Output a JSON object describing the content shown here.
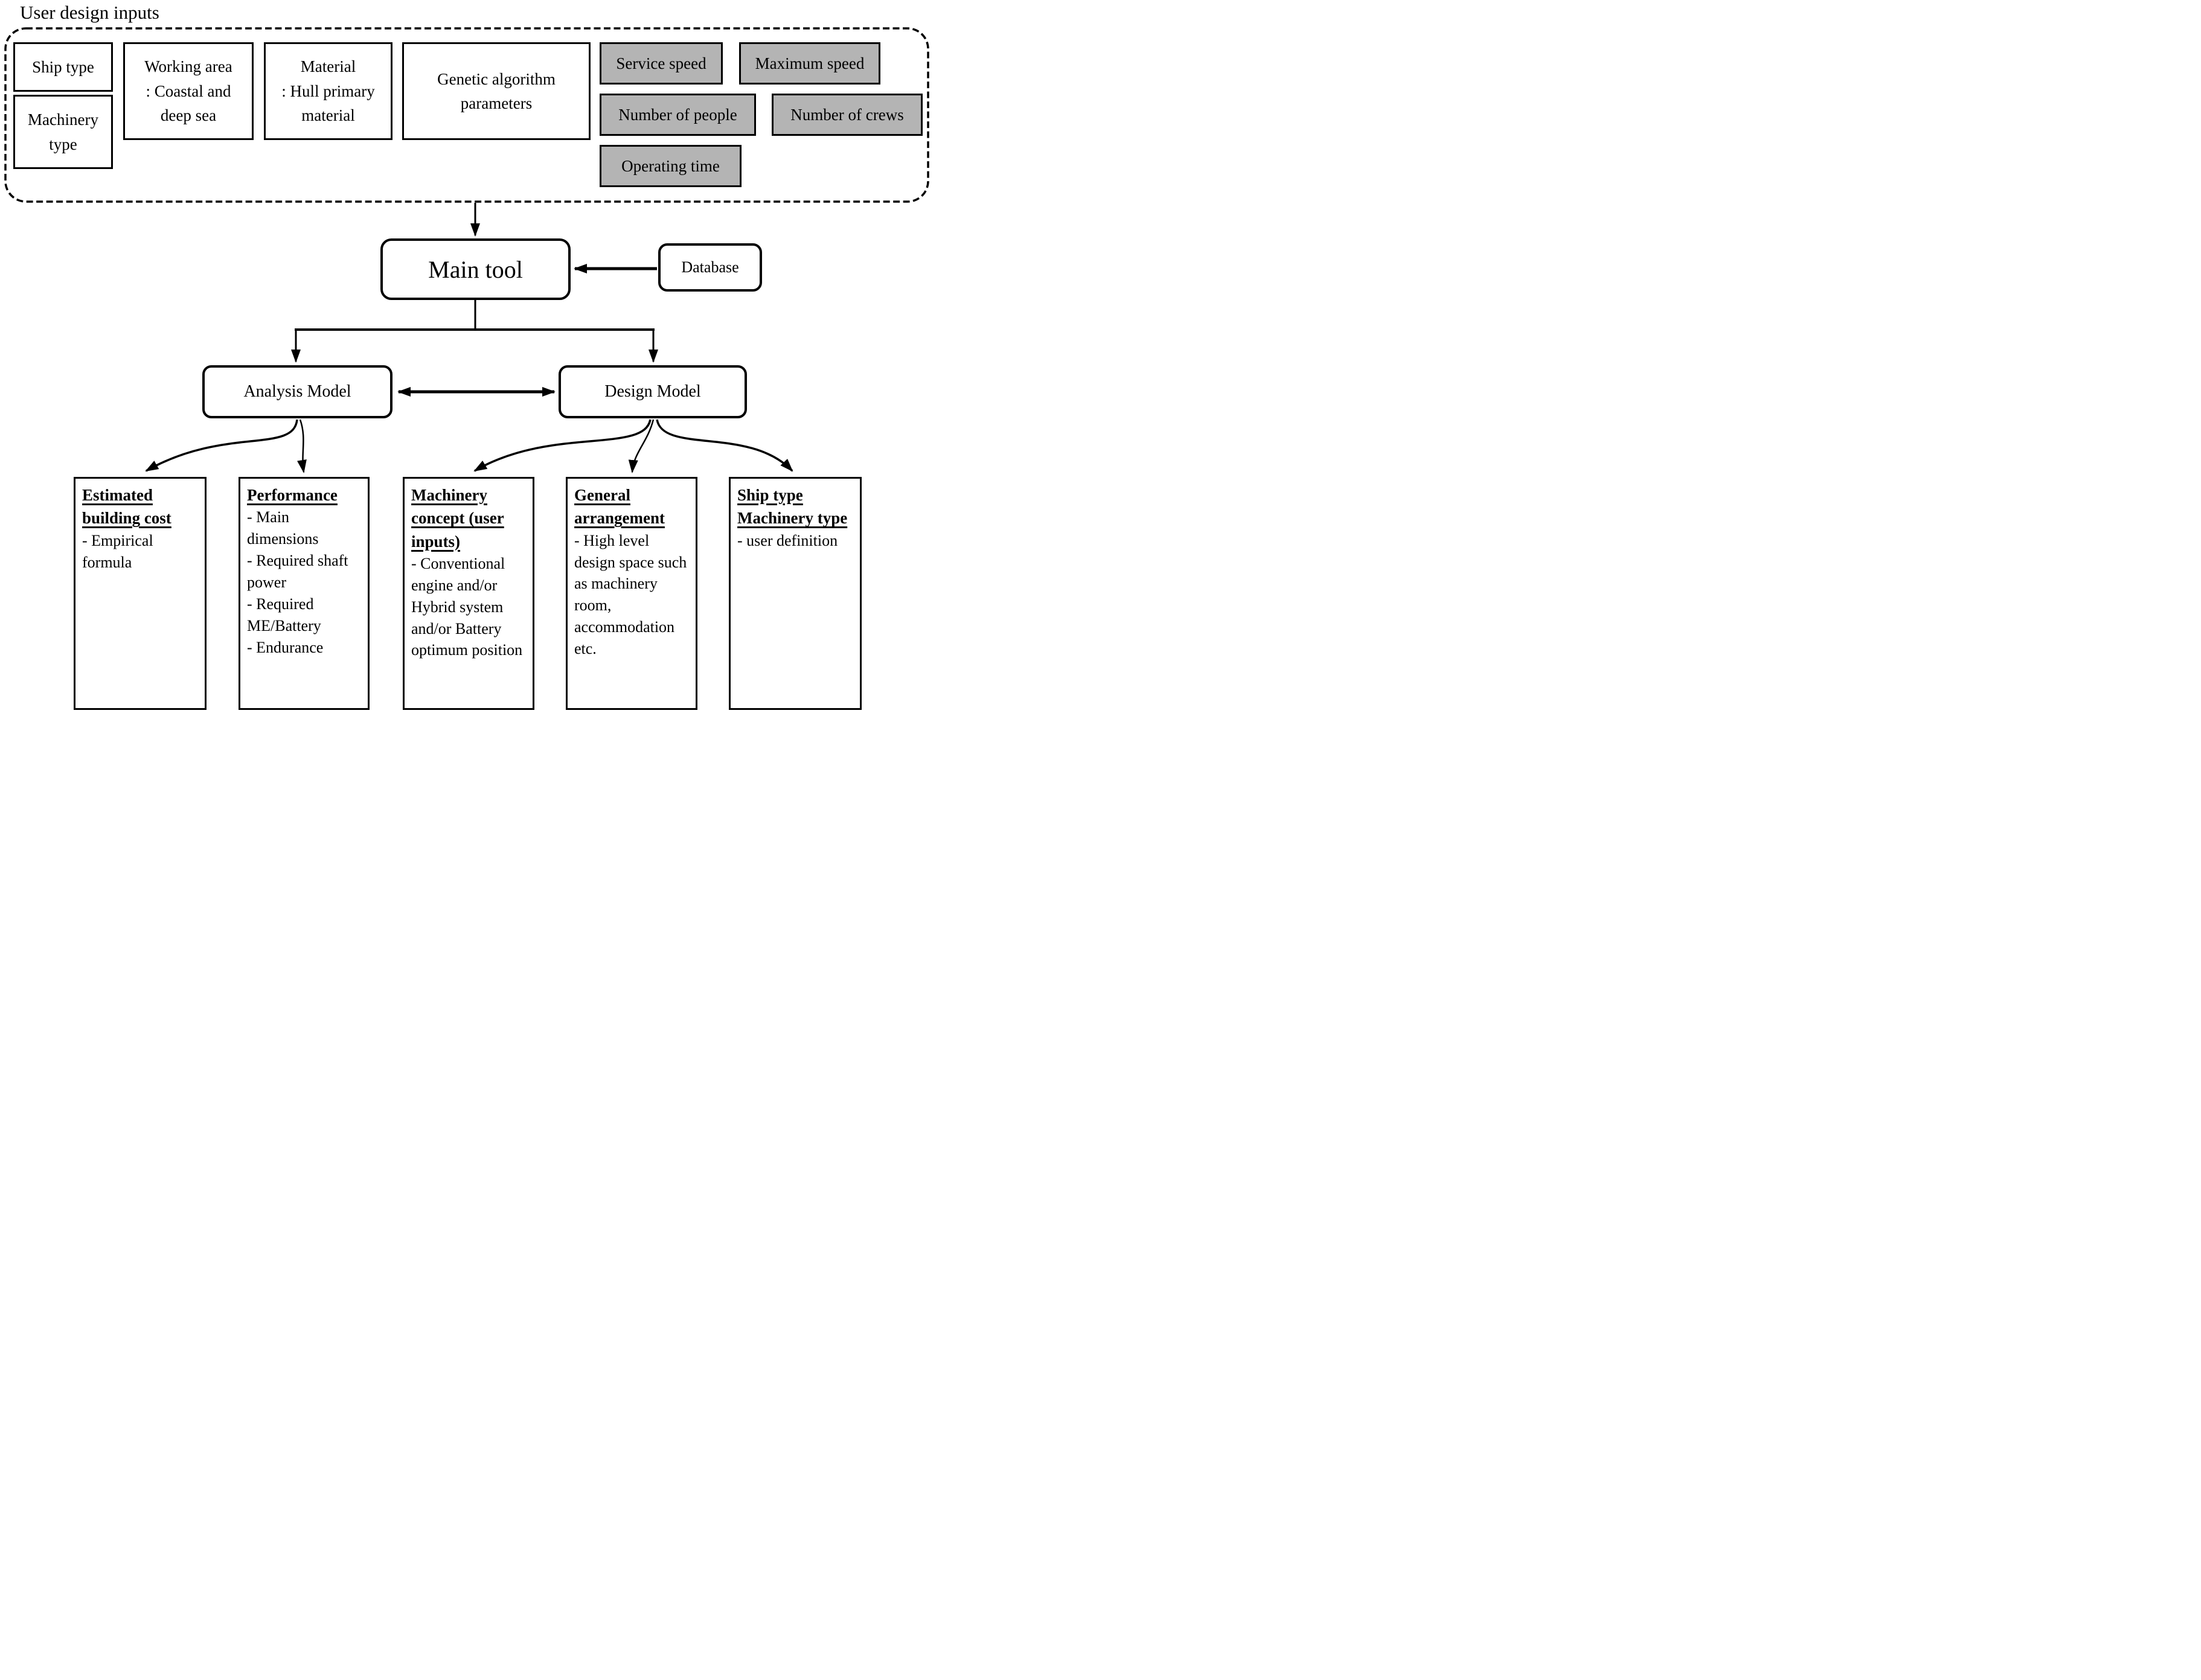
{
  "title": "User design inputs",
  "user_inputs": {
    "white_boxes": [
      {
        "label": "Ship type"
      },
      {
        "label": "Machinery\ntype"
      },
      {
        "label": "Working area\n: Coastal and\ndeep sea"
      },
      {
        "label": "Material\n: Hull primary\nmaterial"
      },
      {
        "label": "Genetic algorithm\nparameters"
      }
    ],
    "gray_boxes": [
      {
        "label": "Service speed"
      },
      {
        "label": "Maximum speed"
      },
      {
        "label": "Number of people"
      },
      {
        "label": "Number of crews"
      },
      {
        "label": "Operating time"
      }
    ]
  },
  "nodes": {
    "main_tool": "Main tool",
    "database": "Database",
    "analysis_model": "Analysis Model",
    "design_model": "Design Model"
  },
  "outputs": [
    {
      "title": "Estimated building cost",
      "items": [
        "- Empirical formula"
      ]
    },
    {
      "title": "Performance",
      "items": [
        "- Main dimensions",
        "- Required shaft power",
        "- Required ME/Battery",
        "- Endurance"
      ]
    },
    {
      "title": "Machinery concept (user inputs)",
      "items": [
        "- Conventional engine and/or Hybrid system and/or Battery optimum position"
      ]
    },
    {
      "title": "General arrangement",
      "items": [
        "- High level design space such as machinery room, accommodation etc."
      ]
    },
    {
      "title": "Ship type Machinery type",
      "items": [
        "- user definition"
      ]
    }
  ],
  "colors": {
    "gray_fill": "#b4b4b4",
    "line": "#000000",
    "background": "#ffffff"
  }
}
